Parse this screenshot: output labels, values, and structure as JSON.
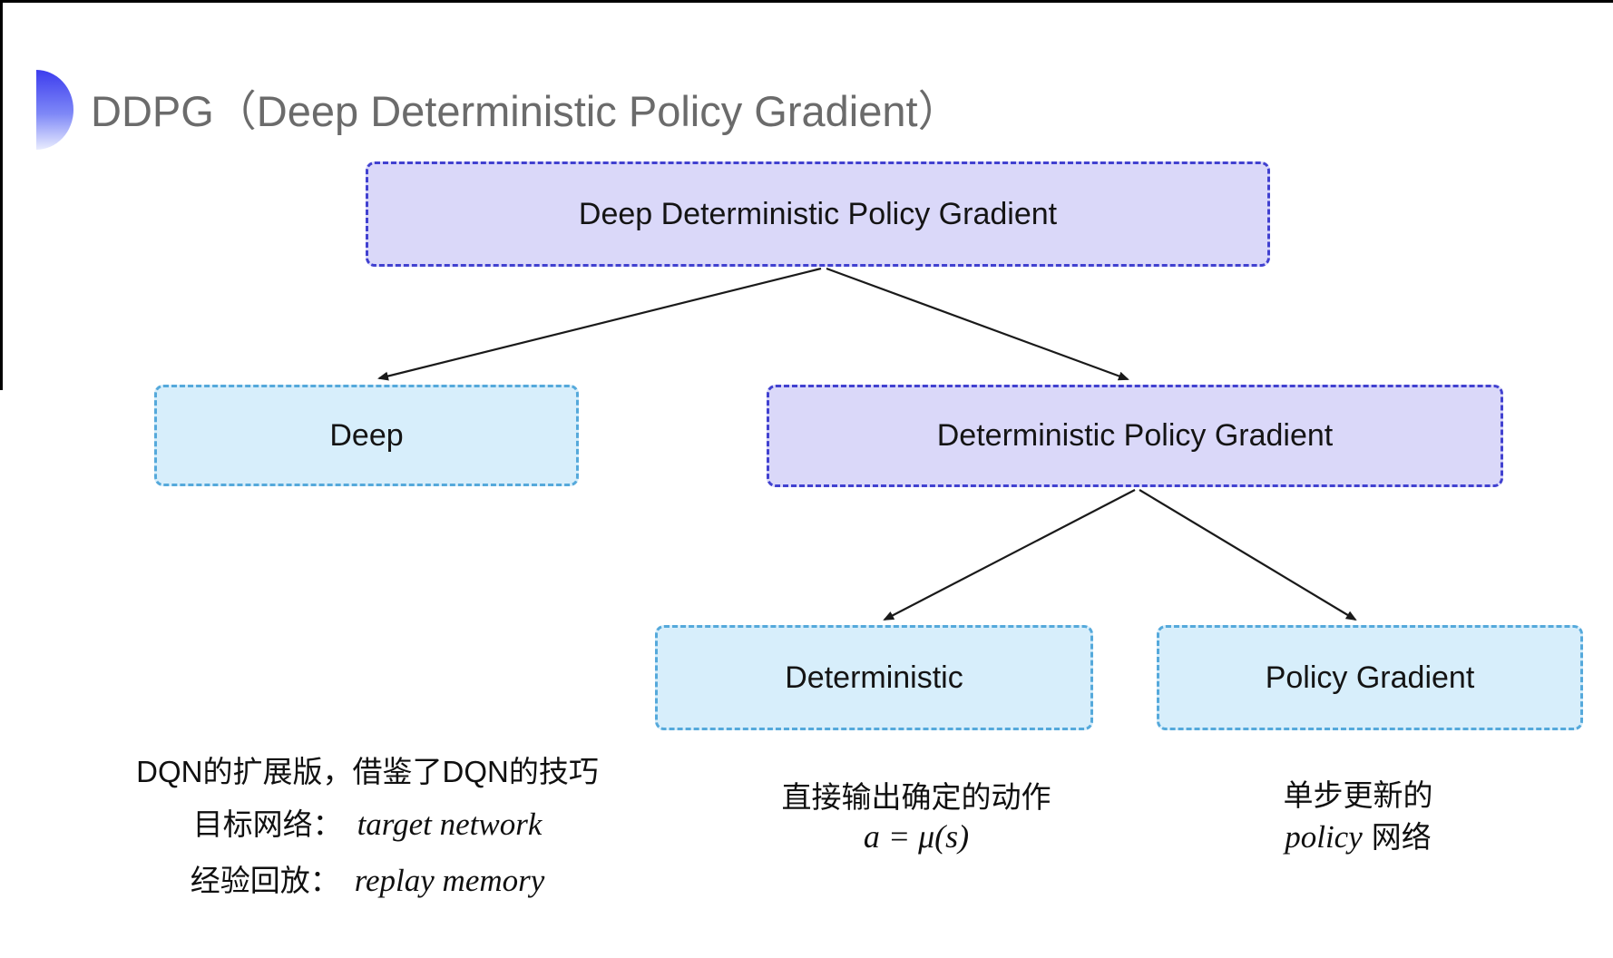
{
  "title": "DDPG（Deep Deterministic Policy Gradient）",
  "nodes": {
    "root": "Deep Deterministic Policy Gradient",
    "deep": "Deep",
    "dpg": "Deterministic Policy Gradient",
    "deterministic": "Deterministic",
    "policy_gradient": "Policy Gradient"
  },
  "notes": {
    "deep": {
      "line1": "DQN的扩展版，借鉴了DQN的技巧",
      "target_label": "目标网络：",
      "target_value": "target network",
      "replay_label": "经验回放：",
      "replay_value": "replay memory"
    },
    "deterministic": {
      "line1": "直接输出确定的动作",
      "formula": "a = μ(s)"
    },
    "policy_gradient": {
      "line1": "单步更新的",
      "word_en": "policy",
      "word_zh": "网络"
    }
  },
  "colors": {
    "title_text": "#6b6b6b",
    "accent_top": "#3c3cee",
    "accent_bottom": "#e9ecfe",
    "purple_fill": "#dad8f9",
    "purple_border": "#4141d0",
    "cyan_fill": "#d7eefb",
    "cyan_border": "#55a9db",
    "arrow": "#1a1a1a",
    "frame": "#000000"
  }
}
